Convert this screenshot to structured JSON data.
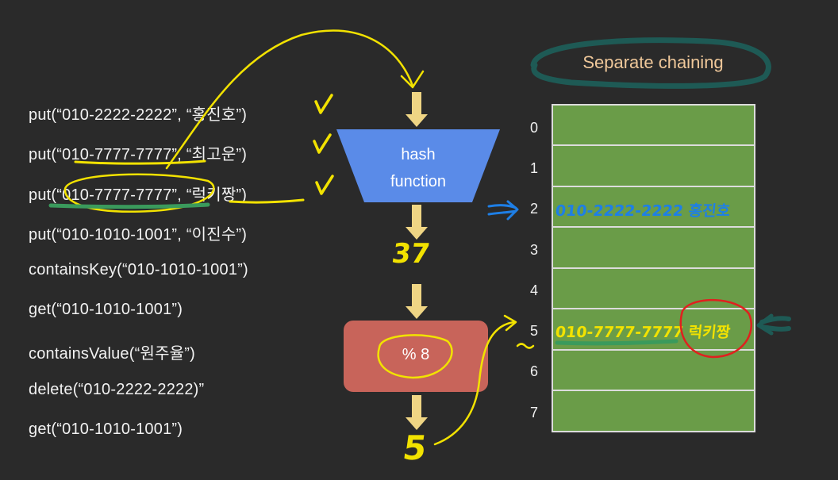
{
  "operations": [
    "put(“010-2222-2222”, “홍진호”)",
    "put(“010-7777-7777”, “최고운”)",
    "put(“010-7777-7777”, “럭키짱”)",
    "put(“010-1010-1001”, “이진수”)",
    "containsKey(“010-1010-1001”)",
    "get(“010-1010-1001”)",
    "containsValue(“원주율”)",
    "delete(“010-2222-2222)”",
    "get(“010-1010-1001”)"
  ],
  "hash_function": {
    "line1": "hash",
    "line2": "function"
  },
  "modulo": {
    "label": "% 8"
  },
  "handwritten": {
    "hash_value": "37",
    "index_value": "5",
    "slot2_entry": "010-2222-2222 홍진호",
    "slot5_entry": "010-7777-7777 럭키짱"
  },
  "table": {
    "title": "Separate chaining",
    "indices": [
      "0",
      "1",
      "2",
      "3",
      "4",
      "5",
      "6",
      "7"
    ]
  },
  "colors": {
    "background": "#2a2a2a",
    "hash_box": "#5a8be8",
    "mod_box": "#c8645a",
    "table_fill": "#6a9c48",
    "title_text": "#f0c89a",
    "title_ellipse": "#1e5a55",
    "annotation_yellow": "#f2e200",
    "annotation_blue": "#1e7fe6",
    "annotation_red": "#e0201e",
    "arrow_fill": "#efd584"
  },
  "icons": {
    "checkmarks": "checkmark-icon",
    "pointer_slot2": "double-arrow-right-icon",
    "pointer_slot5": "double-arrow-left-icon"
  }
}
